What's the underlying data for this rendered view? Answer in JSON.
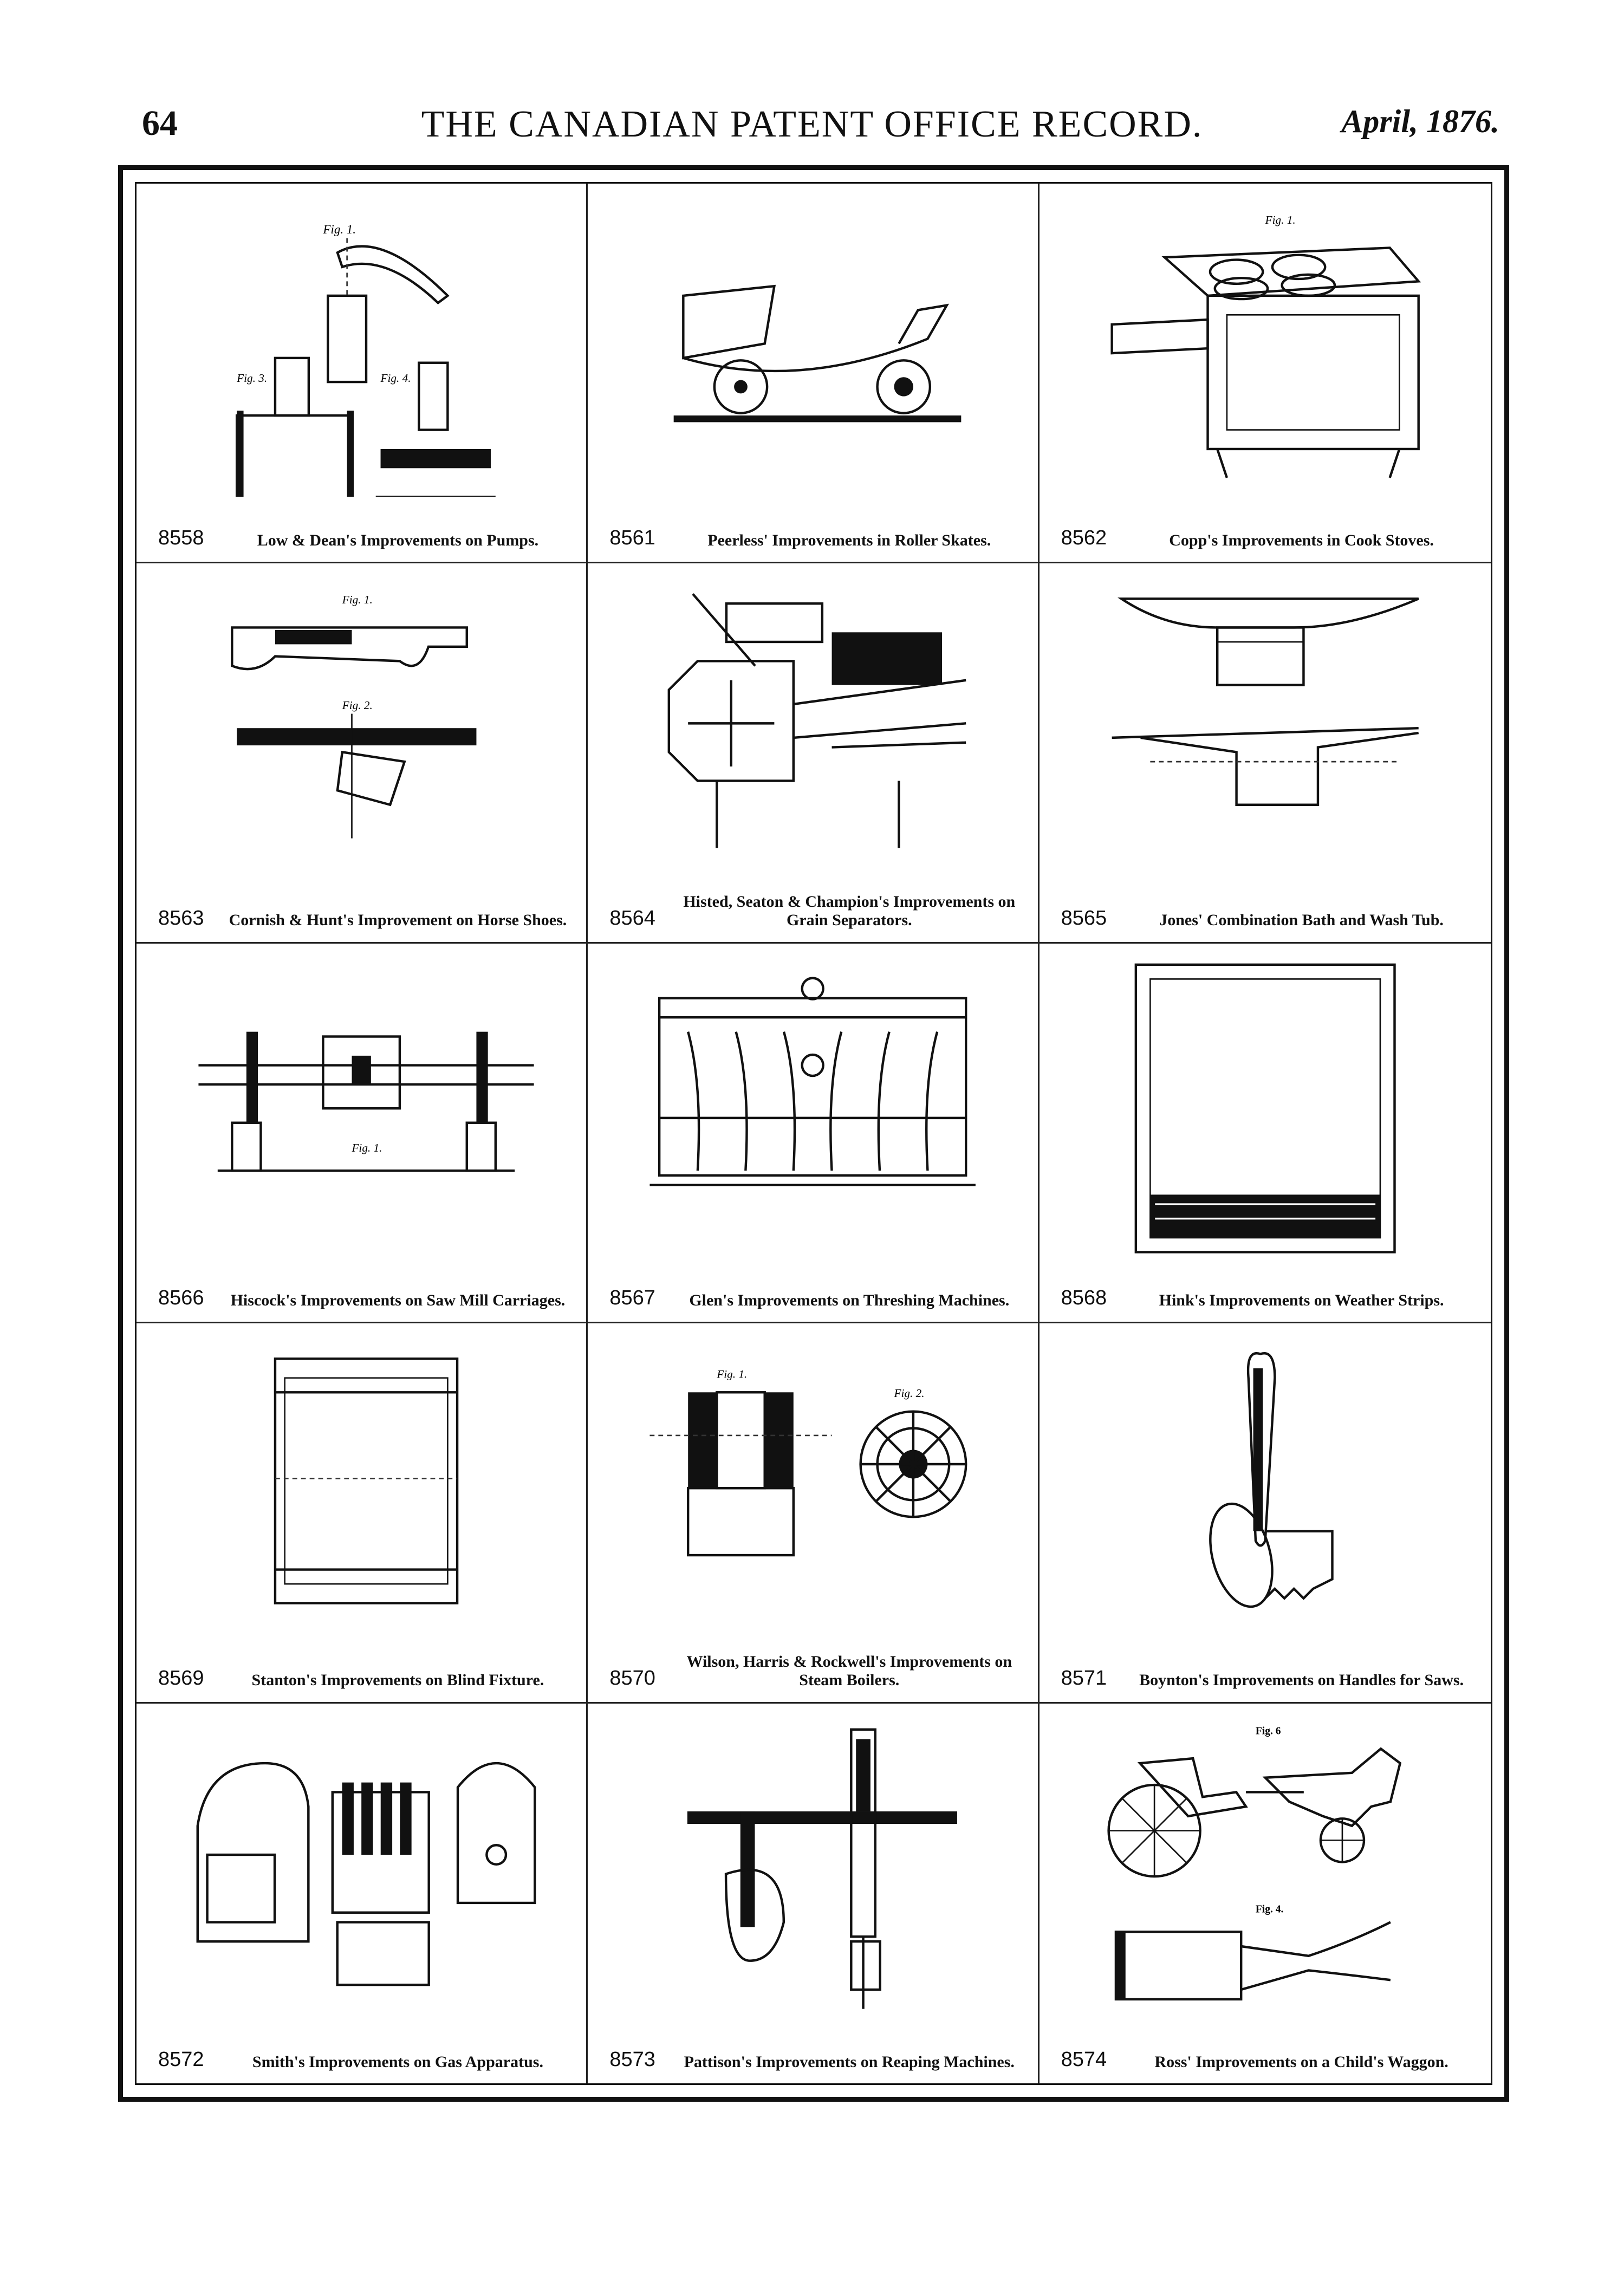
{
  "header": {
    "page_number": "64",
    "title": "THE CANADIAN PATENT OFFICE RECORD.",
    "date": "April, 1876."
  },
  "patents": [
    {
      "number": "8558",
      "description": "Low & Dean's Improvements on Pumps.",
      "figure_labels": [
        "Fig. 1.",
        "Fig. 3.",
        "Fig. 4."
      ]
    },
    {
      "number": "8561",
      "description": "Peerless' Improvements in Roller Skates.",
      "figure_labels": []
    },
    {
      "number": "8562",
      "description": "Copp's Improvements in Cook Stoves.",
      "figure_labels": [
        "Fig. 1."
      ]
    },
    {
      "number": "8563",
      "description": "Cornish & Hunt's Improvement on Horse Shoes.",
      "figure_labels": [
        "Fig. 1.",
        "Fig. 2."
      ]
    },
    {
      "number": "8564",
      "description": "Histed, Seaton & Champion's Improvements on Grain Separators.",
      "figure_labels": []
    },
    {
      "number": "8565",
      "description": "Jones' Combination Bath and Wash Tub.",
      "figure_labels": []
    },
    {
      "number": "8566",
      "description": "Hiscock's Improvements on Saw Mill Carriages.",
      "figure_labels": [
        "Fig. 1."
      ]
    },
    {
      "number": "8567",
      "description": "Glen's Improvements on Threshing Machines.",
      "figure_labels": []
    },
    {
      "number": "8568",
      "description": "Hink's Improvements on Weather Strips.",
      "figure_labels": []
    },
    {
      "number": "8569",
      "description": "Stanton's Improvements on Blind Fixture.",
      "figure_labels": []
    },
    {
      "number": "8570",
      "description": "Wilson, Harris & Rockwell's Improvements on Steam Boilers.",
      "figure_labels": [
        "Fig. 1.",
        "Fig. 2."
      ]
    },
    {
      "number": "8571",
      "description": "Boynton's Improvements on Handles for Saws.",
      "figure_labels": []
    },
    {
      "number": "8572",
      "description": "Smith's Improvements on Gas Apparatus.",
      "figure_labels": []
    },
    {
      "number": "8573",
      "description": "Pattison's Improvements on Reaping Machines.",
      "figure_labels": []
    },
    {
      "number": "8574",
      "description": "Ross' Improvements on a Child's Waggon.",
      "figure_labels": [
        "Fig. 6",
        "Fig. 4."
      ]
    }
  ]
}
